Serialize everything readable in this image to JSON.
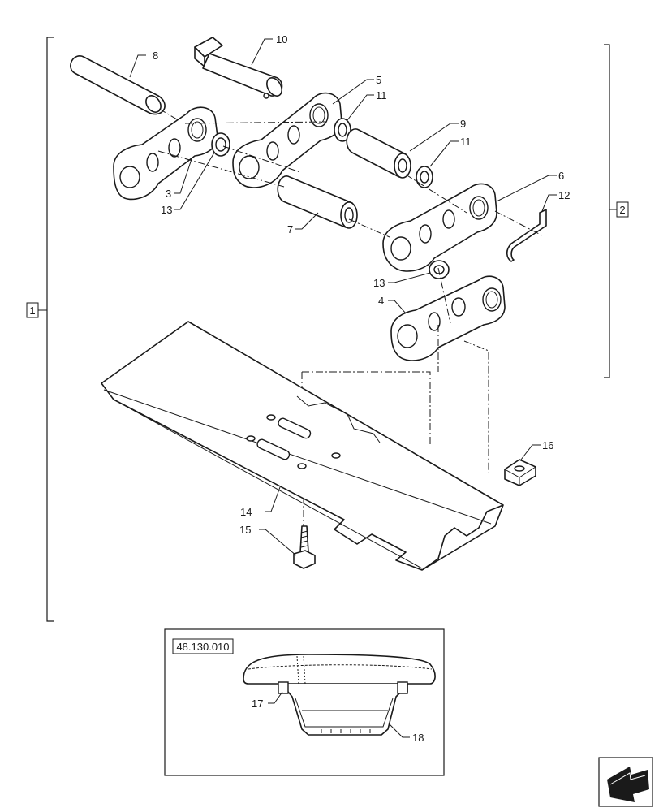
{
  "callouts": {
    "c1": "1",
    "c2": "2",
    "c3": "3",
    "c4": "4",
    "c5": "5",
    "c6": "6",
    "c7": "7",
    "c8": "8",
    "c9": "9",
    "c10": "10",
    "c11a": "11",
    "c11b": "11",
    "c12": "12",
    "c13a": "13",
    "c13b": "13",
    "c14": "14",
    "c15": "15",
    "c16": "16",
    "c17": "17",
    "c18": "18"
  },
  "inset": {
    "reference": "48.130.010"
  },
  "nav_icon": "next-page-arrow-icon"
}
